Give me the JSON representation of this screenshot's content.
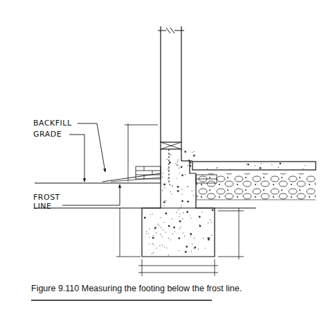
{
  "diagram": {
    "caption": "Figure 9.110 Measuring the footing below the frost line.",
    "labels": [
      "BACKFILL",
      "GRADE",
      "FROST LINE"
    ]
  }
}
